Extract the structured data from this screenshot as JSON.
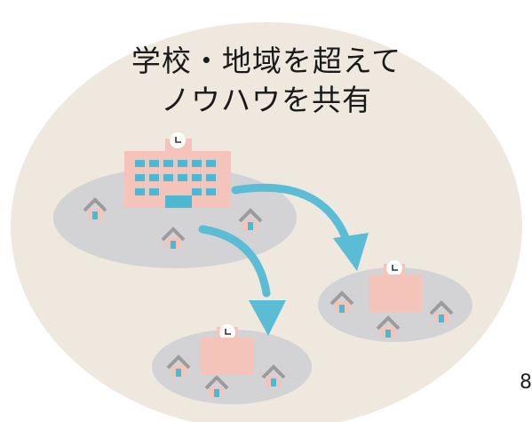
{
  "headline": {
    "line1": "学校・地域を超えて",
    "line2": "ノウハウを共有"
  },
  "page_number": "8",
  "icons": [
    "school-icon",
    "house-icon",
    "clock-icon",
    "arrow-icon"
  ],
  "colors": {
    "background_circle": "#efe8df",
    "community_ellipse": "#d3d3d6",
    "building": "#f4c3ba",
    "door": "#4db8cf",
    "house_roof": "#9b9b9b",
    "arrow": "#5bbcd6"
  }
}
